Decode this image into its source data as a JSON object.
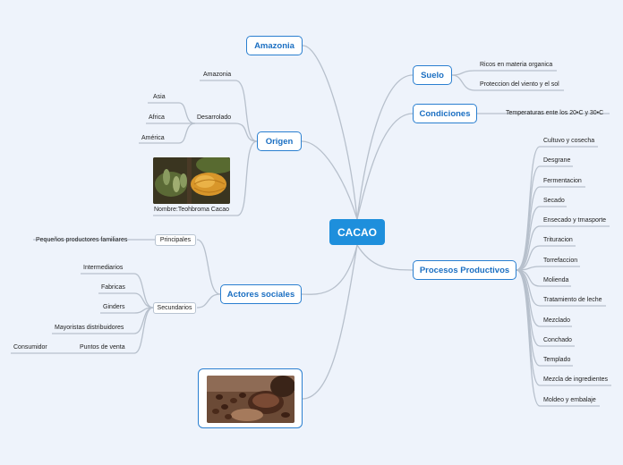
{
  "central": "CACAO",
  "topics": {
    "amazonia": "Amazonia",
    "origen": "Origen",
    "actores": "Actores sociales",
    "suelo": "Suelo",
    "condiciones": "Condiciones",
    "procesos": "Procesos Productivos"
  },
  "origen": {
    "amazonia": "Amazonia",
    "desarrolado": "Desarrolado",
    "regions": [
      "Asia",
      "Africa",
      "América"
    ],
    "caption": "Nombre:Teohbroma Cacao"
  },
  "actores": {
    "principales": "Principales",
    "principales_items": [
      "Pequeños productores familiares"
    ],
    "secundarios": "Secundarios",
    "secundarios_items": [
      "Intermediarios",
      "Fabricas",
      "Ginders",
      "Mayoristas distribuidores",
      "Puntos de venta"
    ],
    "consumidor": "Consumidor"
  },
  "suelo": {
    "items": [
      "Ricos en materia organica",
      "Proteccion del viento y el sol"
    ]
  },
  "condiciones": {
    "items": [
      "Temperaturas ente los 20•C y 30•C"
    ]
  },
  "procesos": {
    "items": [
      "Cultuvo y cosecha",
      "Desgrane",
      "Fermentacion",
      "Secado",
      "Ensecado y trnasporte",
      "Trituracion",
      "Torrefaccion",
      "Molienda",
      "Tratamiento de leche",
      "Mezclado",
      "Conchado",
      "Templado",
      "Mezcla de ingredientes",
      "Moldeo y embalaje"
    ]
  },
  "colors": {
    "background": "#eef3fb",
    "central": "#1e8fdc",
    "topic_border": "#2a7fd0",
    "topic_text": "#1b6fc2",
    "connector": "#b7c0cc"
  }
}
